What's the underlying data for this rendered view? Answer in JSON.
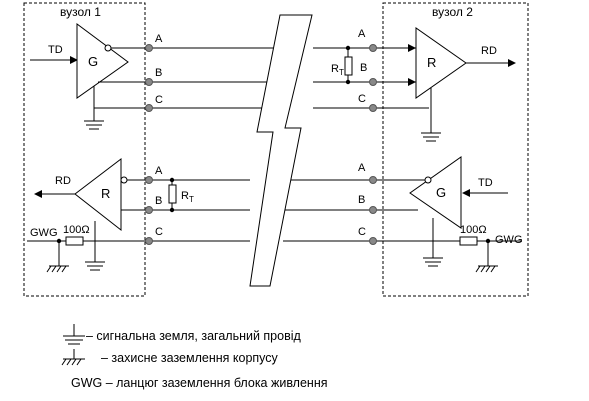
{
  "nodes": {
    "node1": "вузол 1",
    "node2": "вузол 2"
  },
  "signals": {
    "td": "TD",
    "rd": "RD"
  },
  "gates": {
    "driver": "G",
    "receiver": "R"
  },
  "lines": {
    "a": "A",
    "b": "B",
    "c": "C"
  },
  "termination": {
    "r": "R",
    "t": "T"
  },
  "ground": {
    "gwg": "GWG",
    "resistor": "100Ω"
  },
  "legend": {
    "signal_ground": "– сигнальна земля, загальний провід",
    "chassis_ground": "– захисне заземлення корпусу",
    "gwg": "GWG – ланцюг заземлення блока живлення"
  }
}
